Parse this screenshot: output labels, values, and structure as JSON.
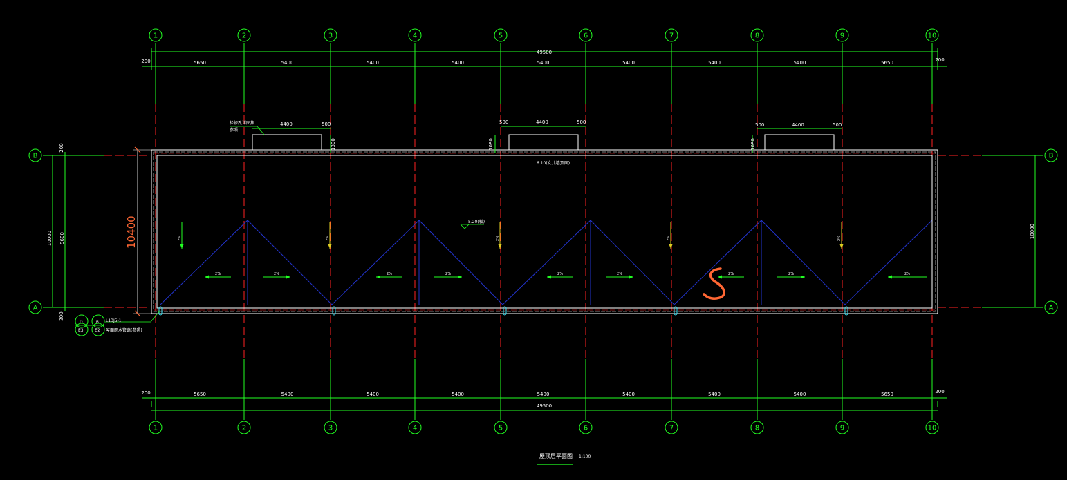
{
  "colors": {
    "background": "#000000",
    "dimension": "#22ff22",
    "axis_red": "#ff2222",
    "text": "#ffffff",
    "ridge": "#2233cc",
    "annotation": "#ff6633",
    "drain": "#33ddee"
  },
  "grid": {
    "columns": [
      "1",
      "2",
      "3",
      "4",
      "5",
      "6",
      "7",
      "8",
      "9",
      "10"
    ],
    "rows": [
      "B",
      "A"
    ]
  },
  "dimensions": {
    "overall": "49500",
    "edge": "200",
    "spans": [
      "5650",
      "5400",
      "5400",
      "5400",
      "5400",
      "5400",
      "5400",
      "5400",
      "5650"
    ],
    "left_total": "10000",
    "left_inner": "9600",
    "right_total": "10000",
    "annotation_length": "10400",
    "hatch_width": "4400",
    "hatch_margin": "500",
    "hatch_depth": "1300",
    "hatch_depth2": "1080",
    "hatch_depth3": "1080"
  },
  "labels": {
    "roof_level": "6.10(女儿墙顶面)",
    "slope_level": "5.20(板)",
    "slope": "2%",
    "hatch_note_1": "检修孔详图集",
    "hatch_note_2": "参照",
    "detail_ref_a": "D",
    "detail_ref_b": "6",
    "detail_ref_c": "E3",
    "detail_ref_d": "E2",
    "detail_note_1": "L13J5-1",
    "detail_note_2": "屋面雨水管选(参照)",
    "handwritten_mark": "S",
    "drawing_title": "屋顶层平面图",
    "scale": "1:100"
  }
}
